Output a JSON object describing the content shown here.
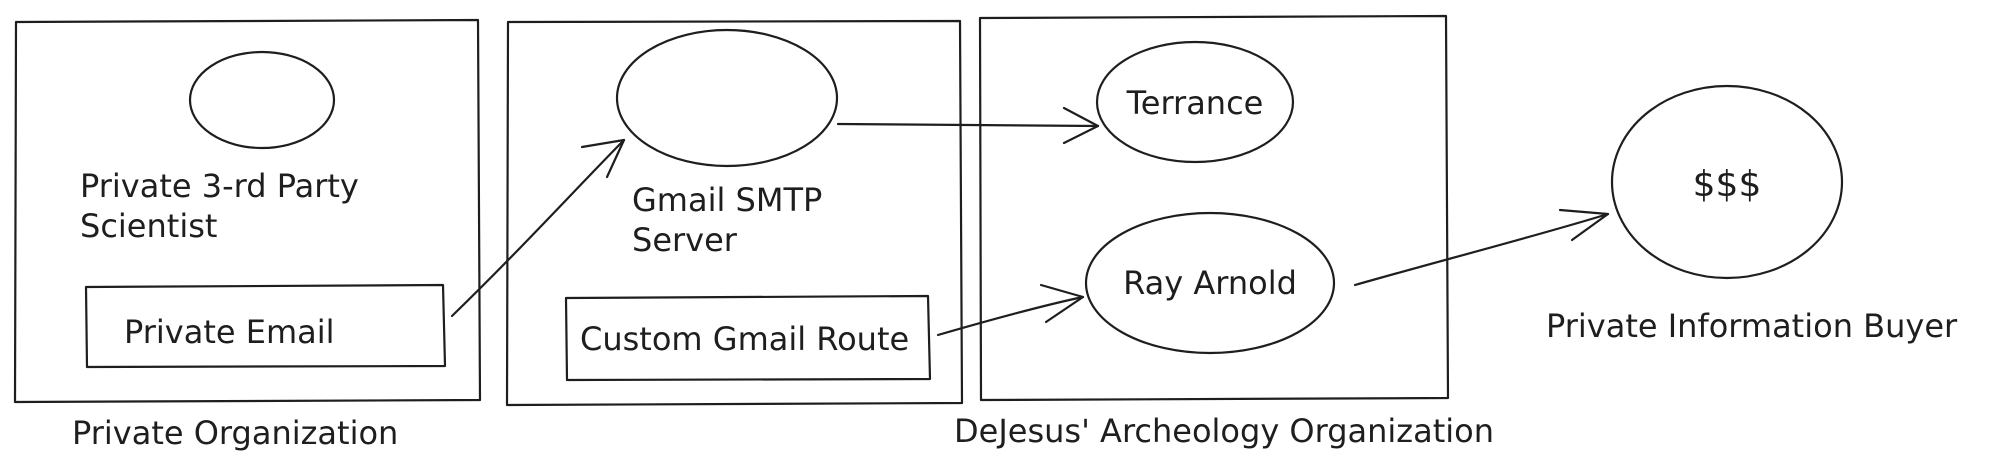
{
  "diagram": {
    "groups": [
      {
        "id": "private-org",
        "label": "Private Organization"
      },
      {
        "id": "gmail-group",
        "label": ""
      },
      {
        "id": "dejesus-org",
        "label": "DeJesus' Archeology Organization"
      }
    ],
    "nodes": {
      "scientist": {
        "shape": "ellipse",
        "label_line1": "Private 3-rd Party",
        "label_line2": "Scientist"
      },
      "private_email": {
        "shape": "box",
        "label": "Private Email"
      },
      "smtp": {
        "shape": "ellipse",
        "label_line1": "Gmail SMTP",
        "label_line2": "Server"
      },
      "gmail_route": {
        "shape": "box",
        "label": "Custom Gmail Route"
      },
      "terrance": {
        "shape": "ellipse",
        "label": "Terrance"
      },
      "ray": {
        "shape": "ellipse",
        "label": "Ray Arnold"
      },
      "buyer": {
        "shape": "ellipse",
        "symbol": "$$$",
        "label": "Private Information Buyer"
      }
    },
    "edges": [
      {
        "from": "Private Email",
        "to": "Gmail SMTP Server"
      },
      {
        "from": "Gmail SMTP Server",
        "to": "Terrance"
      },
      {
        "from": "Custom Gmail Route",
        "to": "Ray Arnold"
      },
      {
        "from": "Ray Arnold",
        "to": "Private Information Buyer"
      }
    ]
  }
}
